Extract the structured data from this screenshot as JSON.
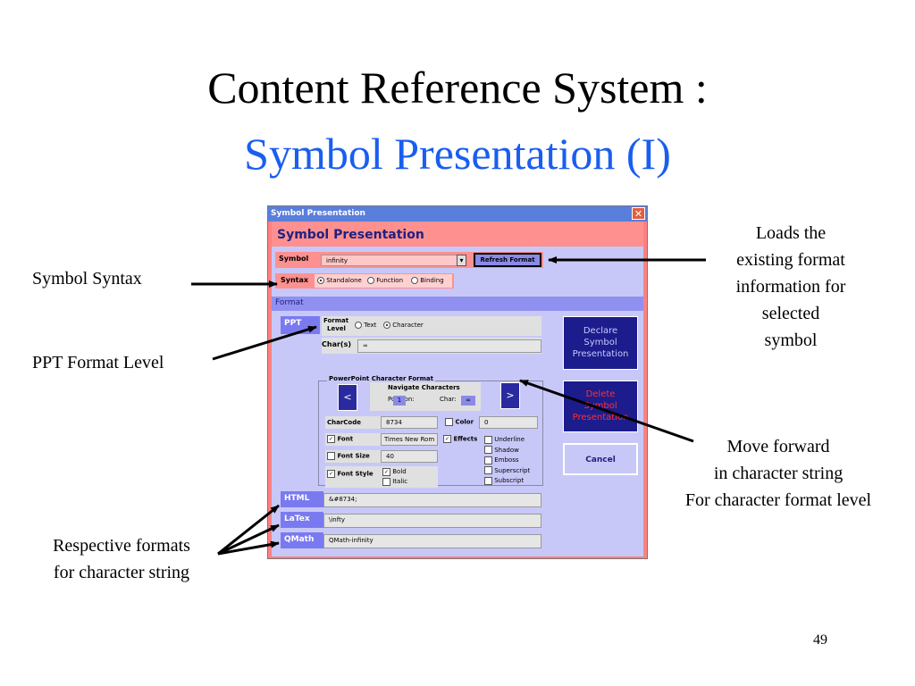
{
  "slide": {
    "title_line1": "Content Reference System :",
    "title_line2": "Symbol Presentation (I)",
    "page_number": "49"
  },
  "annotations": {
    "loads_lines": [
      "Loads the",
      "existing format",
      "information for",
      "selected",
      "symbol"
    ],
    "symbol_syntax": "Symbol Syntax",
    "ppt_format_level": "PPT Format Level",
    "move_forward_lines": [
      "Move forward",
      "in character string",
      "For character format level"
    ],
    "respective_lines": [
      "Respective formats",
      "for character string"
    ]
  },
  "dialog": {
    "window_title": "Symbol Presentation",
    "close_glyph": "✕",
    "heading": "Symbol Presentation",
    "symbol_label": "Symbol",
    "symbol_value": "infinity",
    "dropdown_glyph": "▾",
    "refresh_button": "Refresh Format",
    "syntax_label": "Syntax",
    "syntax_options": [
      "Standalone",
      "Function",
      "Binding"
    ],
    "syntax_selected": "Standalone",
    "format_section": "Format",
    "ppt_label": "PPT",
    "format_level_label_line1": "Format",
    "format_level_label_line2": "Level",
    "format_level_options": [
      "Text",
      "Character"
    ],
    "format_level_selected": "Character",
    "chars_label": "Char(s)",
    "chars_value": "∞",
    "ppt_char_format_title": "PowerPoint Character Format",
    "navigate_title": "Navigate Characters",
    "position_label": "Position:",
    "position_value": "1",
    "char_label": "Char:",
    "char_value": "∞",
    "prev_button": "<",
    "next_button": ">",
    "charcode_label": "CharCode",
    "charcode_value": "8734",
    "color_label": "Color",
    "color_checked": false,
    "color_value": "0",
    "font_label": "Font",
    "font_checked": true,
    "font_value": "Times New Rom",
    "effects_label": "Effects",
    "effects_checked": true,
    "effects_options": [
      "Underline",
      "Shadow",
      "Emboss",
      "Superscript",
      "Subscript"
    ],
    "font_size_label": "Font Size",
    "font_size_checked": false,
    "font_size_value": "40",
    "font_style_label": "Font Style",
    "font_style_checked": true,
    "font_style_options": [
      {
        "label": "Bold",
        "checked": true
      },
      {
        "label": "Italic",
        "checked": false
      }
    ],
    "declare_button_lines": [
      "Declare",
      "Symbol",
      "Presentation"
    ],
    "delete_button_lines": [
      "Delete",
      "Symbol",
      "Presentation"
    ],
    "cancel_button": "Cancel",
    "html_label": "HTML",
    "html_value": "&#8734;",
    "latex_label": "LaTex",
    "latex_value": "\\infty",
    "qmath_label": "QMath",
    "qmath_value": "QMath-infinity"
  },
  "colors": {
    "title_blue": "#1a5ef0",
    "dialog_pink": "#ff8080",
    "dialog_lavender": "#c8c8f8",
    "button_navy": "#1c1c8c",
    "delete_red": "#ff3030"
  }
}
